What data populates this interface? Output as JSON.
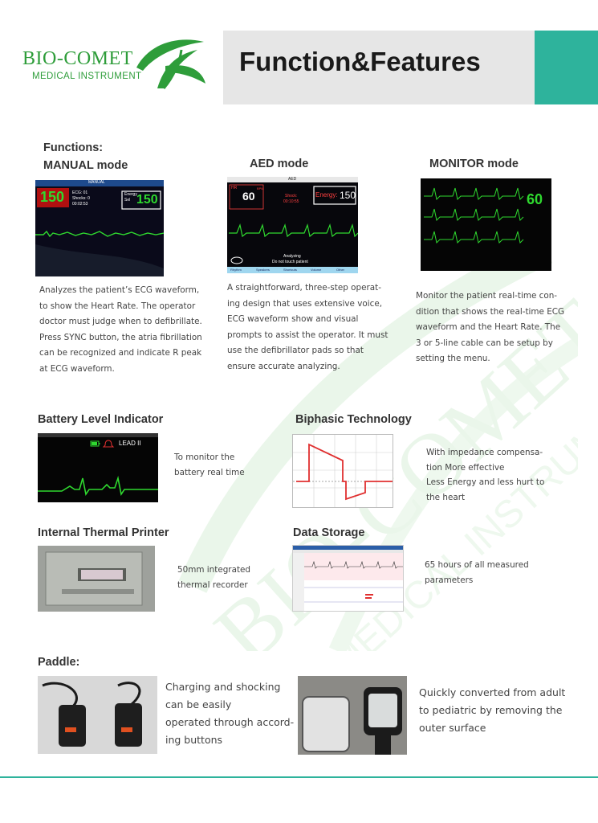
{
  "logo": {
    "name": "BIO-COMET",
    "subtitle": "MEDICAL INSTRUMENT"
  },
  "header": {
    "title": "Function&Features"
  },
  "functions": {
    "heading": "Functions:",
    "manual": {
      "title": "MANUAL mode",
      "screen": {
        "title": "MANUAL",
        "hr": "150",
        "energy_label": "Energy",
        "energy_sel": "Sel",
        "energy_value": "150",
        "info1": "ECG: 01",
        "info2": "Shocks: 0",
        "info3": "00:02:53"
      },
      "text": [
        "Analyzes the patient’s ECG waveform,",
        "to show the Heart Rate. The operator",
        "doctor must judge when to defibrillate.",
        "Press SYNC button, the atria fibrillation",
        "can be recognized and indicate R peak",
        "at ECG waveform."
      ]
    },
    "aed": {
      "title": "AED mode",
      "screen": {
        "title": "AED",
        "hr_label": "HR",
        "hr": "60",
        "bpm": "BPM",
        "shock_label": "Shock:",
        "shock_time": "00:10:55",
        "energy_label": "Energy:",
        "energy": "150",
        "analyzing": "Analyzing",
        "warning": "Do not touch patient",
        "menu": [
          "Rhythm",
          "Speakers",
          "Shortcuts",
          "Volume",
          "Other"
        ]
      },
      "text": [
        "A straightforward, three-step operat-",
        "ing design that uses extensive voice,",
        "ECG waveform show and visual",
        "prompts to assist the operator. It must",
        "use the defibrillator pads so that",
        "ensure accurate analyzing."
      ]
    },
    "monitor": {
      "title": "MONITOR mode",
      "screen": {
        "hr": "60"
      },
      "text": [
        "Monitor the patient real-time con-",
        "dition that shows the real-time ECG",
        "waveform and the Heart Rate. The",
        "3 or 5-line cable can be setup by",
        "setting the menu."
      ]
    }
  },
  "battery": {
    "title": "Battery Level Indicator",
    "screen_label": "LEAD II",
    "text": [
      "To monitor the",
      "battery real time"
    ]
  },
  "biphasic": {
    "title": "Biphasic Technology",
    "text": [
      "With impedance compensa-",
      "tion More effective",
      "Less Energy and less hurt to",
      "the heart"
    ]
  },
  "printer": {
    "title": "Internal Thermal Printer",
    "text": [
      "50mm integrated",
      "thermal recorder"
    ]
  },
  "storage": {
    "title": "Data Storage",
    "text": [
      "65 hours of all measured",
      "parameters"
    ]
  },
  "paddle": {
    "heading": "Paddle:",
    "text1": [
      "Charging and shocking",
      "can be easily",
      "operated through accord-",
      "ing buttons"
    ],
    "text2": [
      "Quickly converted from adult",
      "to pediatric by   removing the",
      "outer surface"
    ]
  },
  "colors": {
    "brand_green": "#2e9d3a",
    "accent_teal": "#2eb39c",
    "ecg_green": "#2fd92f",
    "alert_red": "#e03030"
  }
}
